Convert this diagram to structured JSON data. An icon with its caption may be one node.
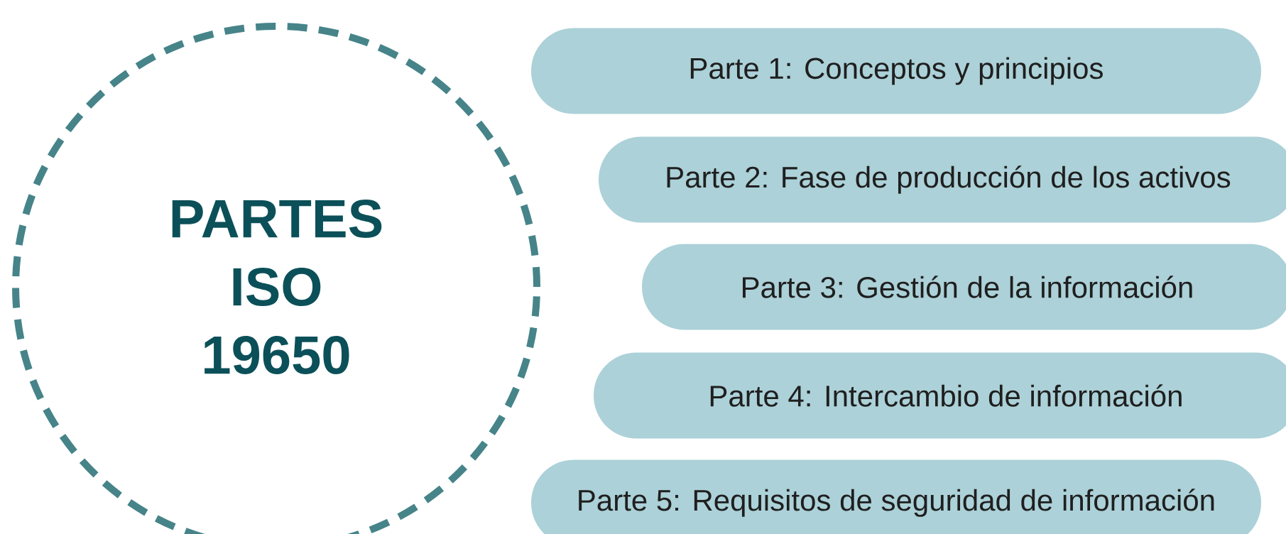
{
  "diagram": {
    "nodes": [
      {
        "text": [
          "PARTES ISO 19650"
        ]
      },
      {
        "text": [
          "Parte 1: Conceptos y principios"
        ]
      },
      {
        "text": [
          "Parte 2: Fase de producción de los activos"
        ]
      },
      {
        "text": [
          "Parte 3: Gestión de la información"
        ]
      },
      {
        "text": [
          "Parte 4: Intercambio de información"
        ]
      },
      {
        "text": [
          "Parte 5: Requisitos de seguridad de información"
        ]
      }
    ]
  }
}
